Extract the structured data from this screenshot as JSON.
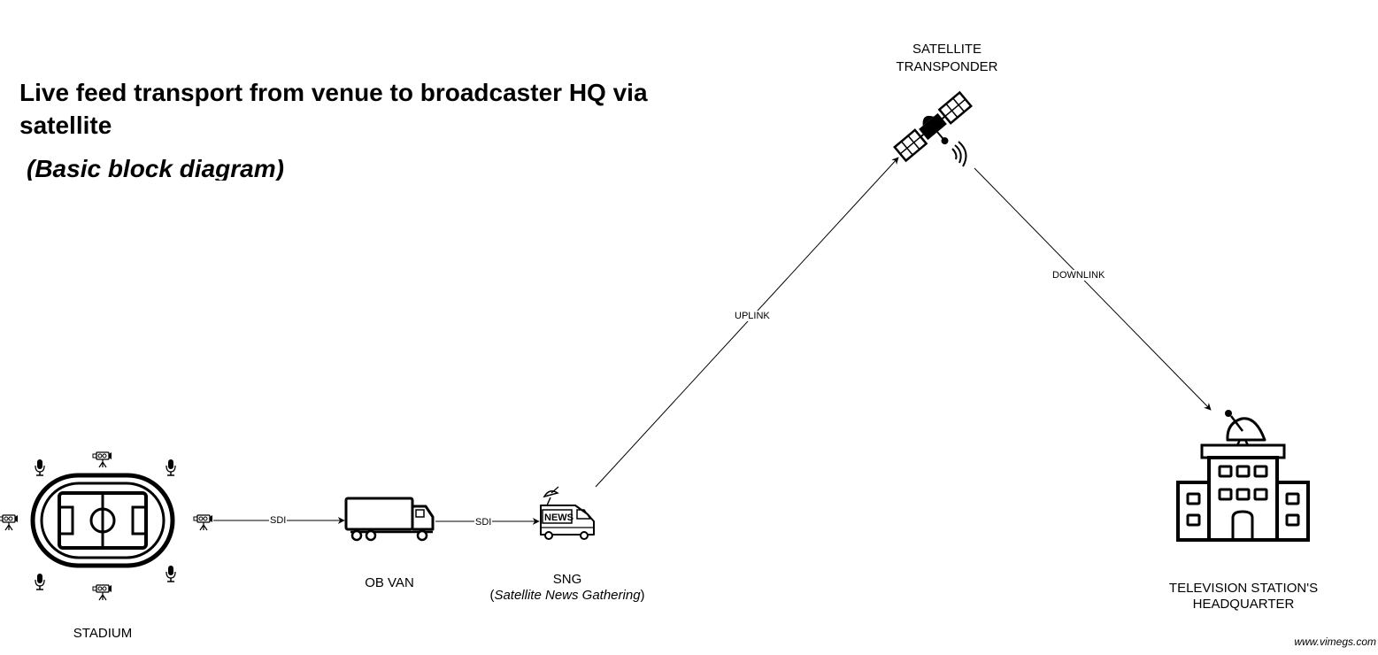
{
  "diagram": {
    "title": "Live feed transport from venue to broadcaster HQ via satellite",
    "subtitle": "(Basic block diagram)",
    "nodes": {
      "stadium": "STADIUM",
      "ob_van": "OB VAN",
      "sng": "SNG",
      "sng_open": "(",
      "sng_sub": "Satellite News Gathering",
      "sng_close": ")",
      "satellite_line1": "SATELLITE",
      "satellite_line2": "TRANSPONDER",
      "hq_line1": "TELEVISION STATION'S",
      "hq_line2": "HEADQUARTER"
    },
    "edges": {
      "stadium_to_van": "SDI",
      "van_to_sng": "SDI",
      "uplink": "UPLINK",
      "downlink": "DOWNLINK"
    },
    "watermark": "www.vimegs.com"
  }
}
